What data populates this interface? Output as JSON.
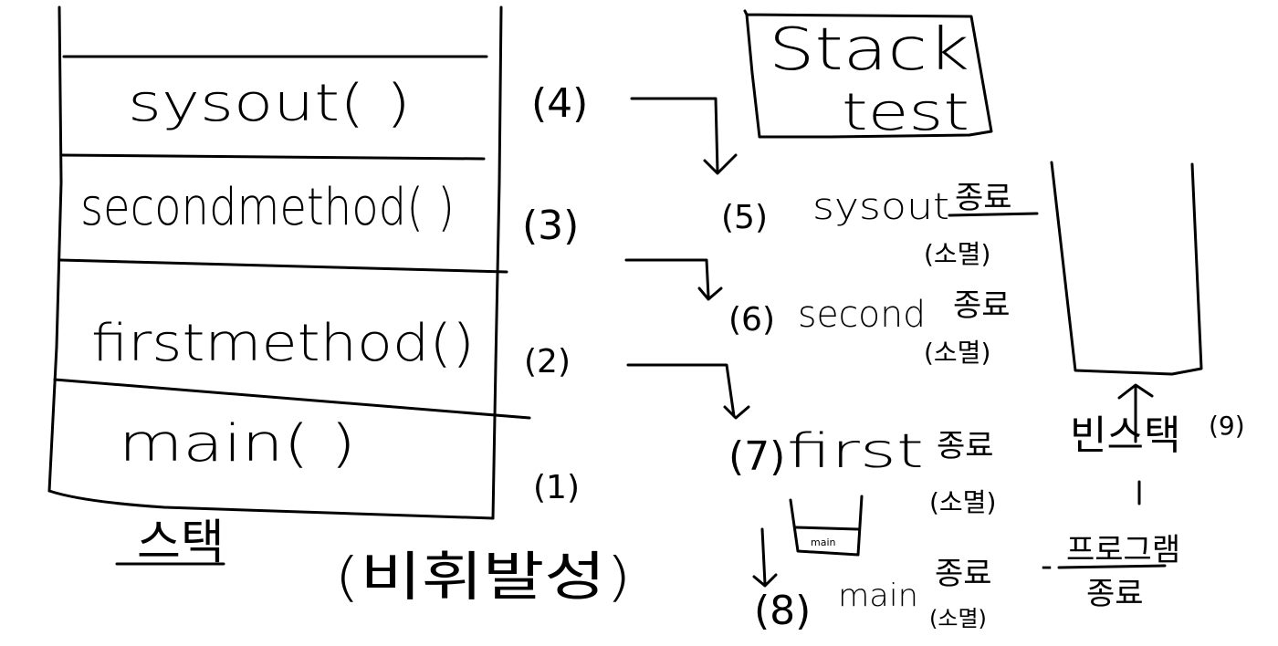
{
  "left_stack": {
    "frames": [
      "sysout( )",
      "secondmethod( )",
      "firstmethod()",
      "main( )"
    ],
    "caption": "스택"
  },
  "call_numbers": [
    "(4)",
    "(3)",
    "(2)",
    "(1)"
  ],
  "side_note": "(비휘발성)",
  "title_box": {
    "line1": "Stack",
    "line2": "test"
  },
  "return_steps": [
    {
      "num": "(5)",
      "name": "sysout",
      "end": "종료",
      "remove": "(소멸)"
    },
    {
      "num": "(6)",
      "name": "second",
      "end": "종료",
      "remove": "(소멸)"
    },
    {
      "num": "(7)",
      "name": "first",
      "end": "종료",
      "remove": "(소멸)"
    },
    {
      "num": "(8)",
      "name": "main",
      "end": "종료",
      "remove": "(소멸)"
    }
  ],
  "mini_stack_label": "main",
  "empty_stack": {
    "label": "빈스택",
    "num": "(9)"
  },
  "program_end": {
    "line1": "프로그램",
    "line2": "종료"
  },
  "separator": "-"
}
